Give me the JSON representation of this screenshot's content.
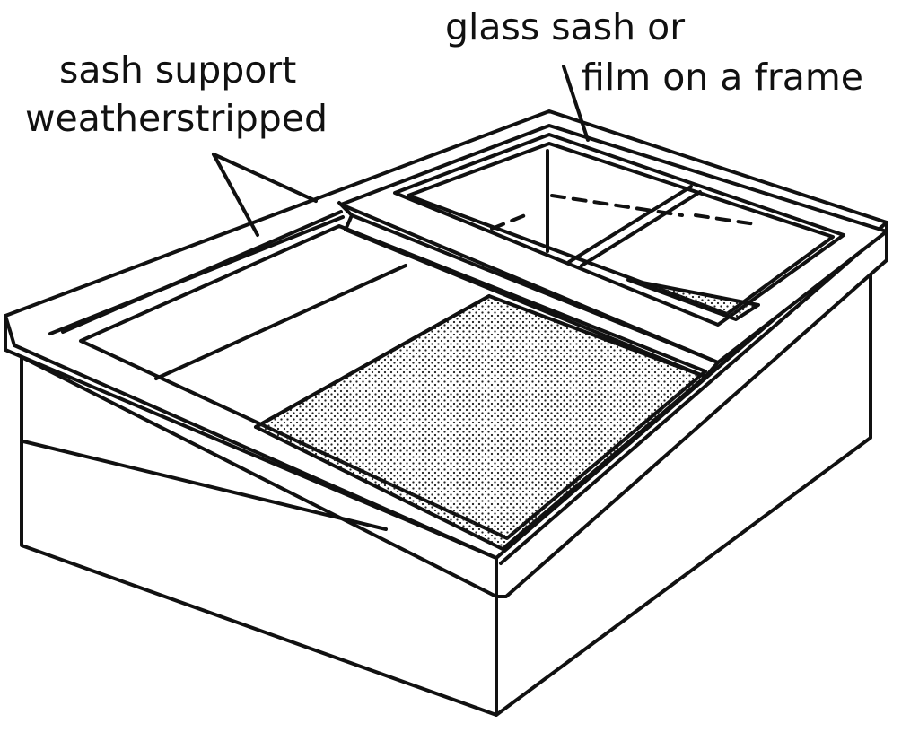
{
  "labels": {
    "sash_support_line1": "sash support",
    "sash_support_line2": "weatherstripped",
    "glass_sash_line1": "glass sash or",
    "glass_sash_line2": "film on a frame"
  },
  "colors": {
    "ink": "#111111",
    "paper": "#ffffff",
    "stipple": "#222222"
  }
}
